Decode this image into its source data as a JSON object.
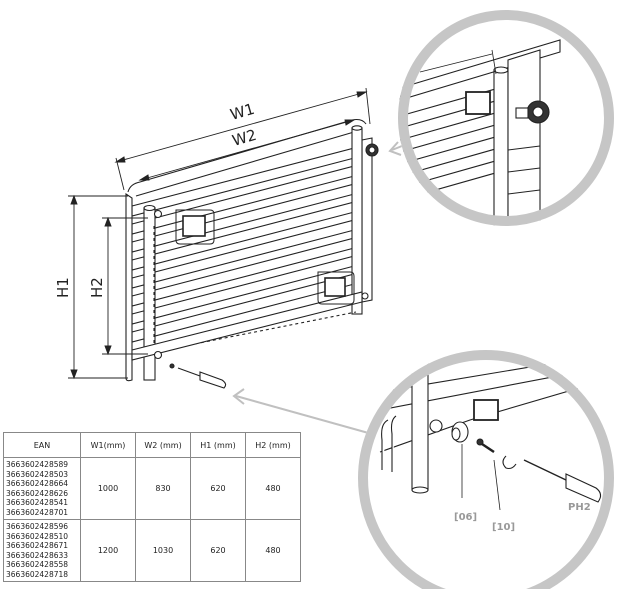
{
  "dimensions": {
    "w1": "W1",
    "w2": "W2",
    "h1": "H1",
    "h2": "H2"
  },
  "parts": {
    "p06": "[06]",
    "p10": "[10]",
    "tool": "PH2"
  },
  "table": {
    "headers": [
      "EAN",
      "W1(mm)",
      "W2 (mm)",
      "H1 (mm)",
      "H2 (mm)"
    ],
    "rows": [
      {
        "eans": [
          "3663602428589",
          "3663602428503",
          "3663602428664",
          "3663602428626",
          "3663602428541",
          "3663602428701"
        ],
        "w1": "1000",
        "w2": "830",
        "h1": "620",
        "h2": "480"
      },
      {
        "eans": [
          "3663602428596",
          "3663602428510",
          "3663602428671",
          "3663602428633",
          "3663602428558",
          "3663602428718"
        ],
        "w1": "1200",
        "w2": "1030",
        "h1": "620",
        "h2": "480"
      }
    ]
  },
  "colors": {
    "line": "#222222",
    "callout_ring": "#c6c6c6",
    "arrow": "#c0c0c0",
    "label_gray": "#999999"
  }
}
